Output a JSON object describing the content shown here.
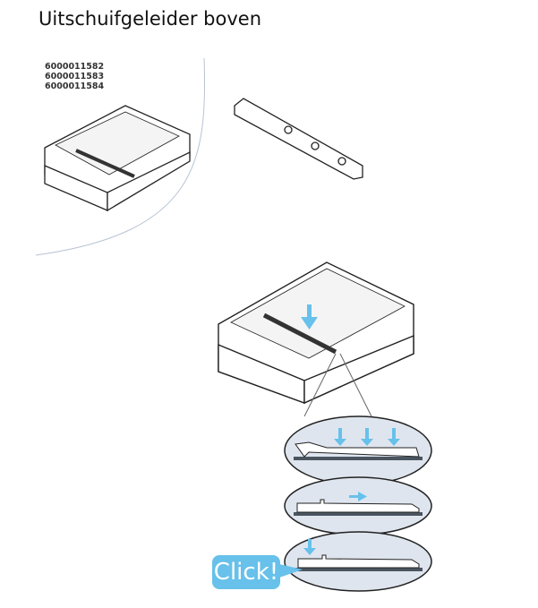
{
  "title": "Uitschuifgeleider boven",
  "part_numbers": [
    "6000011582",
    "6000011583",
    "6000011584"
  ],
  "callout": "Click!",
  "colors": {
    "accent": "#67c1ea",
    "ellipse_fill": "#dfe5ee",
    "outline": "#222222"
  }
}
